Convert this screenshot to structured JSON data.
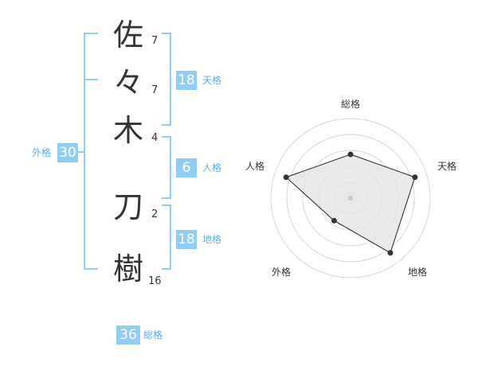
{
  "name_chars": [
    {
      "char": "佐",
      "strokes": "7"
    },
    {
      "char": "々",
      "strokes": "7"
    },
    {
      "char": "木",
      "strokes": "4"
    },
    {
      "char": "刀",
      "strokes": "2"
    },
    {
      "char": "樹",
      "strokes": "16"
    }
  ],
  "kakusu": {
    "tenkaku": {
      "value": "18",
      "label": "天格"
    },
    "jinkaku": {
      "value": "6",
      "label": "人格"
    },
    "chikaku": {
      "value": "18",
      "label": "地格"
    },
    "gaikaku": {
      "value": "30",
      "label": "外格"
    },
    "soukaku": {
      "value": "36",
      "label": "総格"
    }
  },
  "chart_data": {
    "type": "radar",
    "axes": [
      "総格",
      "天格",
      "地格",
      "外格",
      "人格"
    ],
    "values": [
      0.55,
      0.85,
      0.85,
      0.35,
      0.85
    ],
    "rlim": [
      0,
      1
    ]
  },
  "colors": {
    "accent": "#8fcdf2",
    "label": "#5aaee5"
  }
}
